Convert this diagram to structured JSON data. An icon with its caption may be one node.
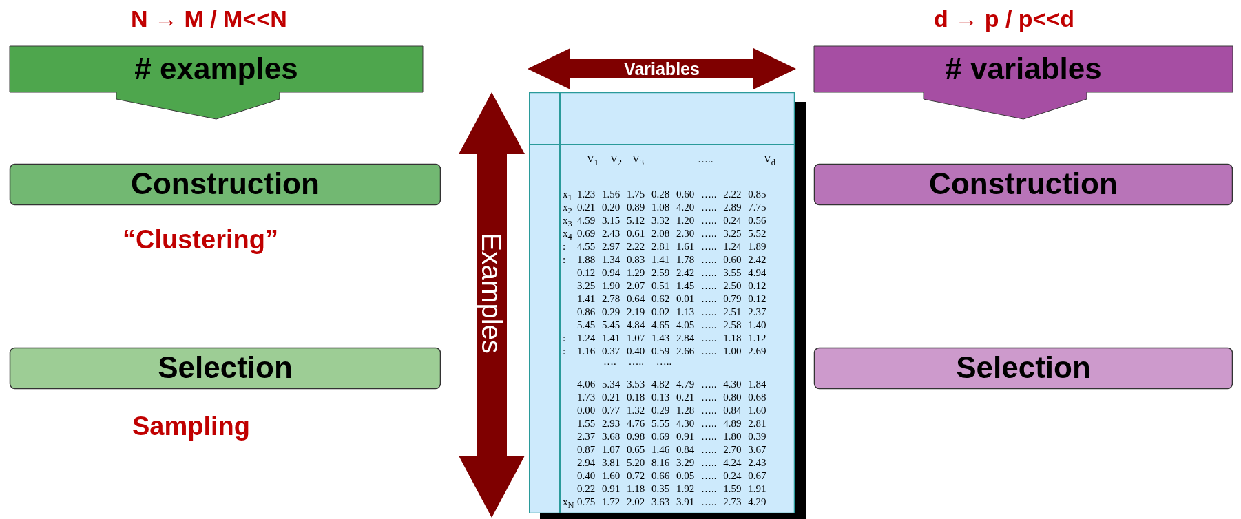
{
  "diagram": {
    "nodes": [
      {
        "text": [
          "# examples"
        ]
      },
      {
        "text": [
          "Construction"
        ]
      },
      {
        "text": [
          "Selection"
        ]
      },
      {
        "text": [
          "# variables"
        ]
      },
      {
        "text": [
          "Construction"
        ]
      },
      {
        "text": [
          "Selection"
        ]
      }
    ],
    "labels": [
      "N → M / M<<N",
      "d → p / p<<d",
      "Variables",
      "Examples",
      "“Clustering”",
      "Sampling",
      "V$_{1}$",
      "V$_{2}$",
      "V$_{3}$",
      "…..",
      "V$_{d}$",
      "x$_{1}$",
      "1.23 1.56 1.75 0.28 0.60 ….. 2.22 0.85",
      "x$_{2}$",
      "0.21 0.20 0.89 1.08 4.20 ….. 2.89 7.75",
      "x$_{3}$",
      "4.59 3.15 5.12 3.32 1.20 ….. 0.24 0.56",
      "x$_{4}$",
      "0.69 2.43 0.61 2.08 2.30 ….. 3.25 5.52",
      ":",
      "4.55 2.97 2.22 2.81 1.61 ….. 1.24 1.89",
      ":",
      "1.88 1.34 0.83 1.41 1.78 ….. 0.60 2.42",
      "0.12 0.94 1.29 2.59 2.42 ….. 3.55 4.94",
      "3.25 1.90 2.07 0.51 1.45 ….. 2.50 0.12",
      "1.41 2.78 0.64 0.62 0.01 ….. 0.79 0.12",
      "0.86 0.29 2.19 0.02 1.13 ….. 2.51 2.37",
      "5.45 5.45 4.84 4.65 4.05 ….. 2.58 1.40",
      ":",
      "1.24 1.41 1.07 1.43 2.84 ….. 1.18 1.12",
      ":",
      "1.16 0.37 0.40 0.59 2.66 ….. 1.00 2.69",
      "…. ….. …..",
      "4.06 5.34 3.53 4.82 4.79 ….. 4.30 1.84",
      "1.73 0.21 0.18 0.13 0.21 ….. 0.80 0.68",
      "0.00 0.77 1.32 0.29 1.28 ….. 0.84 1.60",
      "1.55 2.93 4.76 5.55 4.30 ….. 4.89 2.81",
      "2.37 3.68 0.98 0.69 0.91 ….. 1.80 0.39",
      "0.87 1.07 0.65 1.46 0.84 ….. 2.70 3.67",
      "2.94 3.81 5.20 8.16 3.29 ….. 4.24 2.43",
      "0.40 1.60 0.72 0.66 0.05 ….. 0.24 0.67",
      "0.22 0.91 1.18 0.35 1.92 ….. 1.59 1.91",
      "x$_{N}$",
      "0.75 1.72 2.02 3.63 3.91 ….. 2.73 4.29"
    ]
  }
}
